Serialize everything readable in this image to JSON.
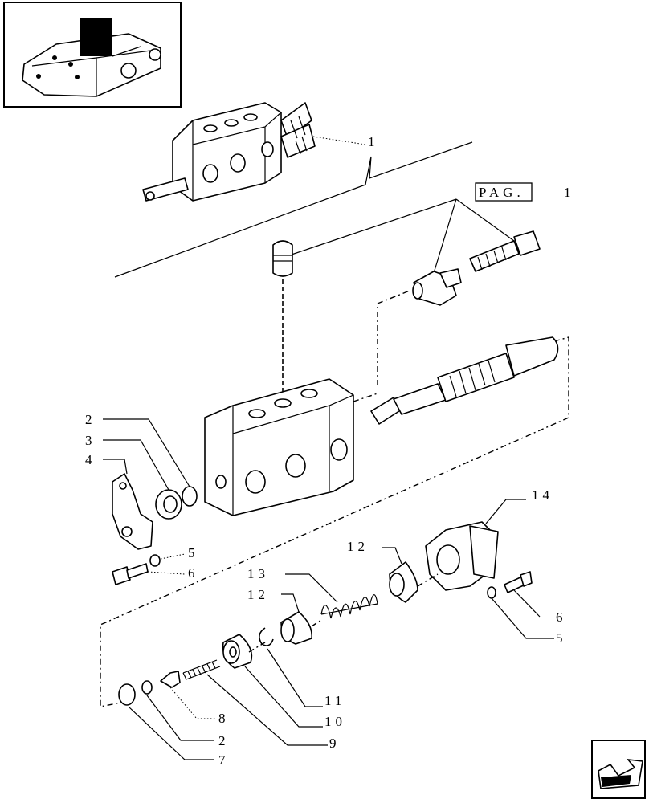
{
  "page_ref": {
    "label": "PAG.",
    "number": "1"
  },
  "callouts": {
    "c1": "1",
    "c2a": "2",
    "c3": "3",
    "c4": "4",
    "c5a": "5",
    "c6a": "6",
    "c12a": "12",
    "c13": "13",
    "c12b": "12",
    "c14": "14",
    "c6b": "6",
    "c5b": "5",
    "c11": "11",
    "c10": "10",
    "c9": "9",
    "c8": "8",
    "c2b": "2",
    "c7": "7"
  },
  "icons": {
    "thumbnail": "tractor-hitch-thumbnail-icon",
    "nav": "next-page-arrow-icon"
  }
}
